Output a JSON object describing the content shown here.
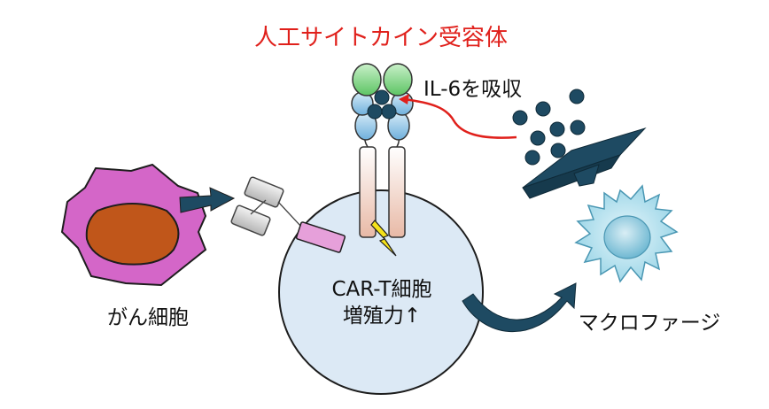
{
  "labels": {
    "receptor_title": "人工サイトカイン受容体",
    "il6_absorb": "IL-6を吸収",
    "cancer_cell": "がん細胞",
    "cart_cell_line1": "CAR-T細胞",
    "cart_cell_line2": "増殖力↑",
    "macrophage": "マクロファージ"
  },
  "colors": {
    "title_red": "#e0201b",
    "cell_fill": "#dce9f5",
    "cancer_fill": "#d466c8",
    "nucleus_fill": "#c0561a",
    "dark_blue": "#1e4a62",
    "green_domain": "#7fd486",
    "blue_domain": "#9ecbe9",
    "stalk_fill": "#f5d3c4",
    "lightning": "#f5e21a",
    "car_pink": "#e6a0da",
    "macrophage_fill": "#a9dcea",
    "arrow_red": "#e0201b"
  },
  "icons": [
    "lightning-icon",
    "curved-arrow-icon",
    "red-arrow-icon"
  ]
}
